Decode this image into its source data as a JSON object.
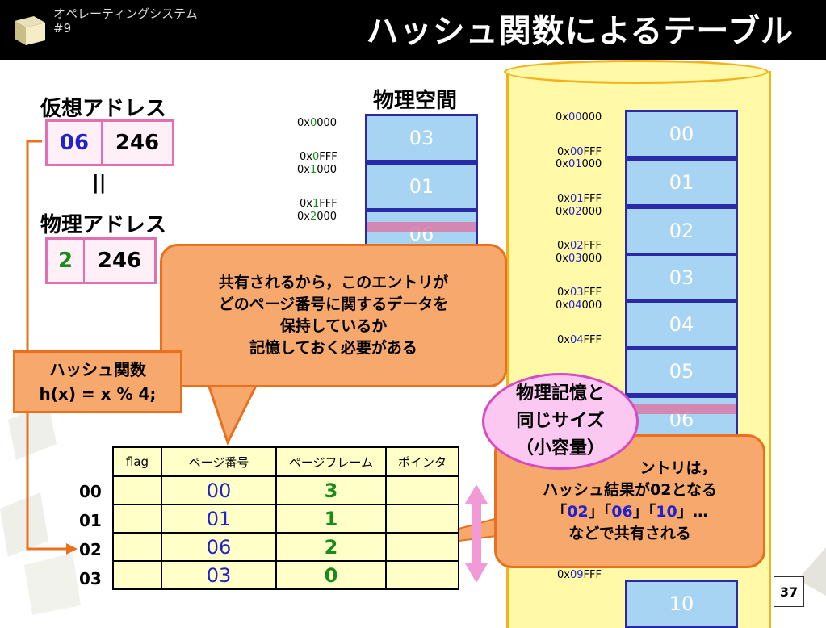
{
  "header": {
    "course": "オペレーティングシステム",
    "lecture": "#9",
    "title": "ハッシュ関数によるテーブル"
  },
  "virtual_address": {
    "label": "仮想アドレス",
    "page": "06",
    "offset": "246"
  },
  "equals_sign": "||",
  "physical_address": {
    "label": "物理アドレス",
    "frame": "2",
    "offset": "246"
  },
  "physical_space": {
    "label": "物理空間",
    "blocks": [
      "03",
      "01",
      "06"
    ],
    "addresses": [
      {
        "prefix": "0x",
        "mid": "0",
        "suffix": "000"
      },
      {
        "prefix": "0x",
        "mid": "0",
        "suffix": "FFF"
      },
      {
        "prefix": "0x",
        "mid": "1",
        "suffix": "000"
      },
      {
        "prefix": "0x",
        "mid": "1",
        "suffix": "FFF"
      },
      {
        "prefix": "0x",
        "mid": "2",
        "suffix": "000"
      }
    ]
  },
  "virtual_space": {
    "blocks": [
      "00",
      "01",
      "02",
      "03",
      "04",
      "05",
      "06",
      "10"
    ],
    "addresses": [
      {
        "prefix": "0x",
        "mid": "00",
        "suffix": "000"
      },
      {
        "prefix": "0x",
        "mid": "00",
        "suffix": "FFF"
      },
      {
        "prefix": "0x",
        "mid": "01",
        "suffix": "000"
      },
      {
        "prefix": "0x",
        "mid": "01",
        "suffix": "FFF"
      },
      {
        "prefix": "0x",
        "mid": "02",
        "suffix": "000"
      },
      {
        "prefix": "0x",
        "mid": "02",
        "suffix": "FFF"
      },
      {
        "prefix": "0x",
        "mid": "03",
        "suffix": "000"
      },
      {
        "prefix": "0x",
        "mid": "03",
        "suffix": "FFF"
      },
      {
        "prefix": "0x",
        "mid": "04",
        "suffix": "000"
      },
      {
        "prefix": "0x",
        "mid": "04",
        "suffix": "FFF"
      },
      {
        "prefix": "0x",
        "mid": "09",
        "suffix": "FFF"
      }
    ]
  },
  "callout_top": {
    "lines": [
      "共有されるから，このエントリが",
      "どのページ番号に関するデータを",
      "保持しているか",
      "記憶しておく必要がある"
    ]
  },
  "hash_box": {
    "line1": "ハッシュ関数",
    "line2": "h(x) = x % 4;"
  },
  "bubble": {
    "lines": [
      "物理記憶と",
      "同じサイズ",
      "（小容量）"
    ]
  },
  "callout_right": {
    "line1": "ントリは，",
    "line2": "ハッシュ結果が02となる",
    "line3_parts": [
      "「",
      "02",
      "」「",
      "06",
      "」「",
      "10",
      "」…"
    ],
    "line4": "などで共有される"
  },
  "page_table": {
    "headers": [
      "flag",
      "ページ番号",
      "ページフレーム",
      "ポインタ"
    ],
    "row_labels": [
      "00",
      "01",
      "02",
      "03"
    ],
    "rows": [
      {
        "flag": "",
        "page": "00",
        "frame": "3",
        "pointer": ""
      },
      {
        "flag": "",
        "page": "01",
        "frame": "1",
        "pointer": ""
      },
      {
        "flag": "",
        "page": "06",
        "frame": "2",
        "pointer": ""
      },
      {
        "flag": "",
        "page": "03",
        "frame": "0",
        "pointer": ""
      }
    ]
  },
  "slide_number": "37",
  "colors": {
    "header_bg": "#000000",
    "block_fill": "#a8d4f4",
    "block_border": "#2a2aa8",
    "cylinder_fill": "#fff9a8",
    "callout_fill": "#f7a86c",
    "bubble_fill": "#fbc8f2",
    "arrow_orange": "#e8701e",
    "arrow_pink": "#f29ad6",
    "page_blue": "#2222cc",
    "frame_green": "#1a8a1a"
  }
}
